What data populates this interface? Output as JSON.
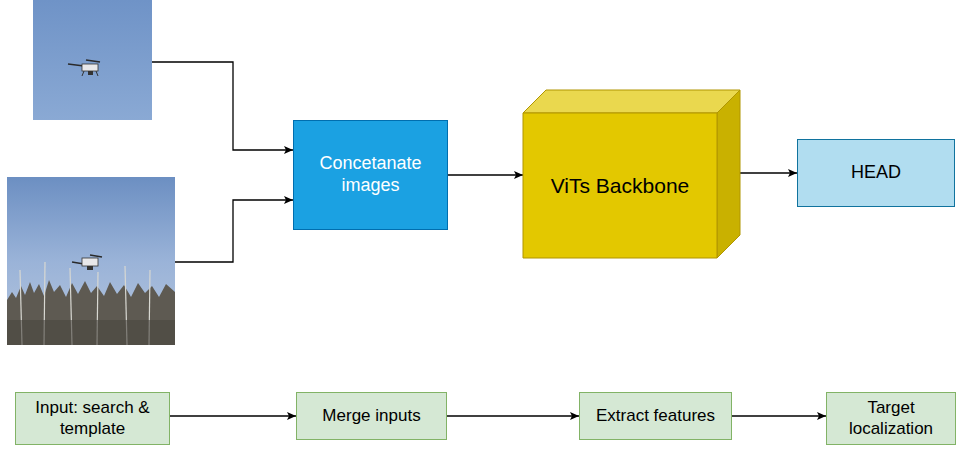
{
  "diagram": {
    "nodes": [
      {
        "text": [
          "Concetanate images"
        ]
      },
      {
        "text": [
          "ViTs Backbone"
        ]
      },
      {
        "text": [
          "HEAD"
        ]
      },
      {
        "text": [
          "Input: search & template"
        ]
      },
      {
        "text": [
          "Merge inputs"
        ]
      },
      {
        "text": [
          "Extract features"
        ]
      },
      {
        "text": [
          "Target localization"
        ]
      }
    ],
    "edges": [
      {
        "from": 0,
        "to": 1,
        "arrow": "to"
      },
      {
        "from": 1,
        "to": 2,
        "arrow": "to"
      },
      {
        "from": 3,
        "to": 4,
        "arrow": "to"
      },
      {
        "from": 4,
        "to": 5,
        "arrow": "to"
      },
      {
        "from": 5,
        "to": 6,
        "arrow": "to"
      }
    ]
  }
}
